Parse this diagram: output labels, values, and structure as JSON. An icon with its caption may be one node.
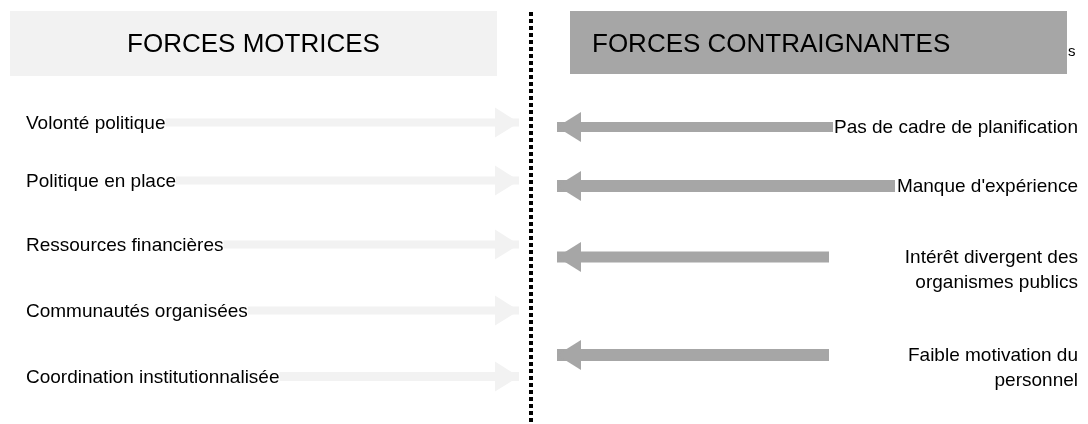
{
  "diagram": {
    "nodes": [
      {
        "text": [
          "FORCES MOTRICES"
        ]
      },
      {
        "text": [
          "Volonté politique"
        ]
      },
      {
        "text": [
          "Politique en place"
        ]
      },
      {
        "text": [
          "Ressources financières"
        ]
      },
      {
        "text": [
          "Communautés organisées"
        ]
      },
      {
        "text": [
          "Coordination institutionnalisée"
        ]
      },
      {
        "text": [
          "FORCES CONTRAIGNANTES"
        ],
        "beside": [
          "s"
        ]
      },
      {
        "text": [
          "Pas de cadre de planification"
        ]
      },
      {
        "text": [
          "Manque d'expérience"
        ]
      },
      {
        "text": [
          "Intérêt divergent des organismes publics"
        ]
      },
      {
        "text": [
          "Faible motivation du personnel"
        ]
      }
    ],
    "edges": [
      {
        "from": 1,
        "to": null,
        "arrow": "to",
        "color": "#f2f2f2"
      },
      {
        "from": 2,
        "to": null,
        "arrow": "to",
        "color": "#f2f2f2"
      },
      {
        "from": 3,
        "to": null,
        "arrow": "to",
        "color": "#f2f2f2"
      },
      {
        "from": 4,
        "to": null,
        "arrow": "to",
        "color": "#f2f2f2"
      },
      {
        "from": 5,
        "to": null,
        "arrow": "to",
        "color": "#f2f2f2"
      },
      {
        "from": 7,
        "to": null,
        "arrow": "to",
        "color": "#a6a6a6"
      },
      {
        "from": 8,
        "to": null,
        "arrow": "to",
        "color": "#a6a6a6"
      },
      {
        "from": 9,
        "to": null,
        "arrow": "to",
        "color": "#a6a6a6"
      },
      {
        "from": 10,
        "to": null,
        "arrow": "to",
        "color": "#a6a6a6"
      }
    ]
  }
}
